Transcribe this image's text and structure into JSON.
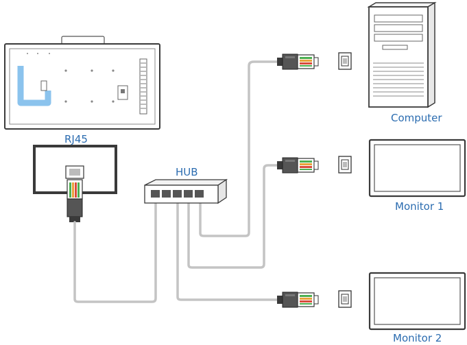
{
  "labels": {
    "rj45": "RJ45",
    "hub": "HUB",
    "computer": "Computer",
    "monitor1": "Monitor 1",
    "monitor2": "Monitor 2"
  },
  "colors": {
    "label": "#2b6cb0",
    "outline": "#3a3a3a",
    "cable": "#c4c4c4",
    "accent": "#5aa9e6",
    "wire_green": "#4caf50",
    "wire_orange": "#e8a23a",
    "wire_red": "#d94b3b"
  },
  "icons": [
    "display-rear-panel",
    "rj45-port-detail",
    "network-hub",
    "ethernet-plug",
    "rj45-jack",
    "desktop-tower",
    "monitor"
  ]
}
